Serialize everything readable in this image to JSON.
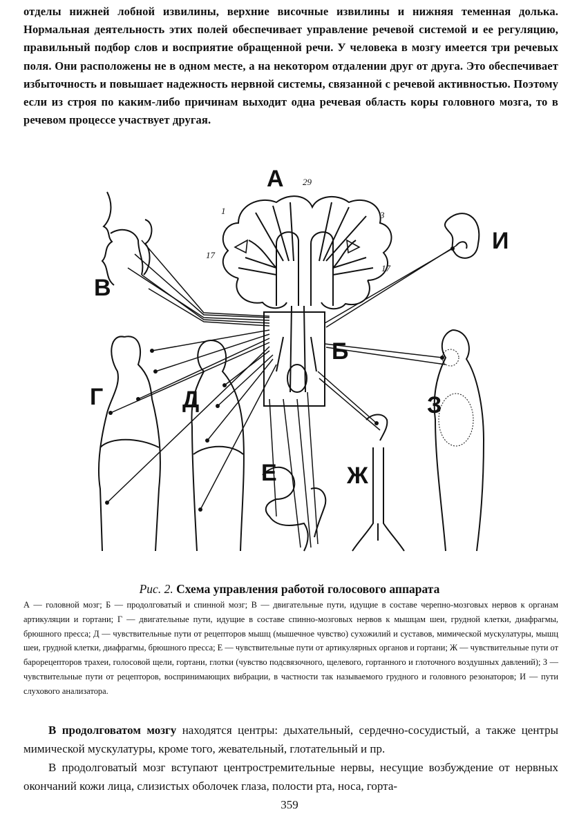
{
  "top_paragraph": "отделы нижней лобной извилины, верхние височные извилины и нижняя теменная долька. Нормальная деятельность этих полей обеспечивает управление речевой системой и ее регуляцию, правильный подбор слов и восприятие обращенной речи. У человека в мозгу имеется три речевых поля. Они расположены не в одном месте, а на некотором отдалении друг от друга. Это обеспечивает избыточность и повышает надежность нервной системы, связанной с речевой активностью. Поэтому если из строя по каким-либо причинам выходит одна речевая область коры головного мозга, то в речевом процессе участвует другая.",
  "figure": {
    "labels": {
      "A": "А",
      "B": "Б",
      "V": "В",
      "G": "Г",
      "D": "Д",
      "E": "Е",
      "Zh": "Ж",
      "Z": "З",
      "I": "И"
    },
    "numbers": {
      "n1": "1",
      "n3": "3",
      "n17a": "17",
      "n17b": "17",
      "n29": "29"
    }
  },
  "caption": {
    "number": "Рис. 2.",
    "title": "Схема управления работой голосового аппарата"
  },
  "legend": "А — головной мозг; Б — продолговатый и спинной мозг; В — двигательные пути, идущие в составе черепно-мозговых нервов к органам артикуляции и гортани; Г — двигательные пути, идущие в составе спинно-мозговых нервов к мышцам шеи, грудной клетки, диафрагмы, брюшного пресса; Д — чувствительные пути от рецепторов мышц (мышечное чувство) сухожилий и суставов, мимической мускулатуры, мышц шеи, грудной клетки, диафрагмы, брюшного пресса; Е — чувствительные пути от артикулярных органов и гортани; Ж — чувствительные пути от барорецепторов трахеи, голосовой щели, гортани, глотки (чувство подсвязочного, щелевого, гортанного и глоточного воздушных давлений); З — чувствительные пути от рецепторов, воспринимающих вибрации, в частности так называемого грудного и головного резонаторов; И — пути слухового анализатора.",
  "paragraph1": {
    "bold": "В продолговатом мозгу",
    "rest": " находятся центры: дыхательный, сердечно-сосудистый, а также центры мимической мускулатуры, кроме того, жевательный, глотательный и пр."
  },
  "paragraph2": "В продолговатый мозг вступают центростремительные нервы, несущие возбуждение от нервных окончаний кожи лица, слизистых оболочек глаза, полости рта, носа, горта-",
  "page_number": "359"
}
